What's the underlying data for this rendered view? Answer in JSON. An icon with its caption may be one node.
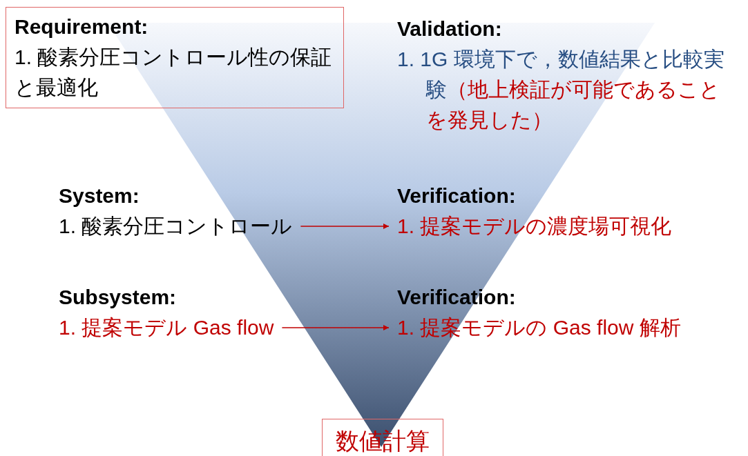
{
  "diagram": {
    "nodes": [
      {
        "text": [
          "Requirement:",
          "1. 酸素分圧コントロール性の保証と最適化"
        ]
      },
      {
        "text": [
          "Validation:",
          "1. 1G 環境下で，数値結果と比較実験**（地上検証が可能であることを発見した）**"
        ]
      },
      {
        "text": [
          "System:",
          "1. 酸素分圧コントロール"
        ]
      },
      {
        "text": [
          "Verification:",
          "1. 提案モデルの濃度場可視化"
        ]
      },
      {
        "text": [
          "Subsystem:",
          "1. 提案モデル Gas flow"
        ]
      },
      {
        "text": [
          "Verification:",
          "1. 提案モデルの Gas flow 解析"
        ]
      },
      {
        "text": [
          "数値計算"
        ]
      }
    ],
    "edges": [
      {
        "from": 2,
        "to": 3,
        "arrow": "to",
        "color": "#c00000"
      },
      {
        "from": 4,
        "to": 5,
        "arrow": "to",
        "color": "#c00000"
      }
    ]
  }
}
